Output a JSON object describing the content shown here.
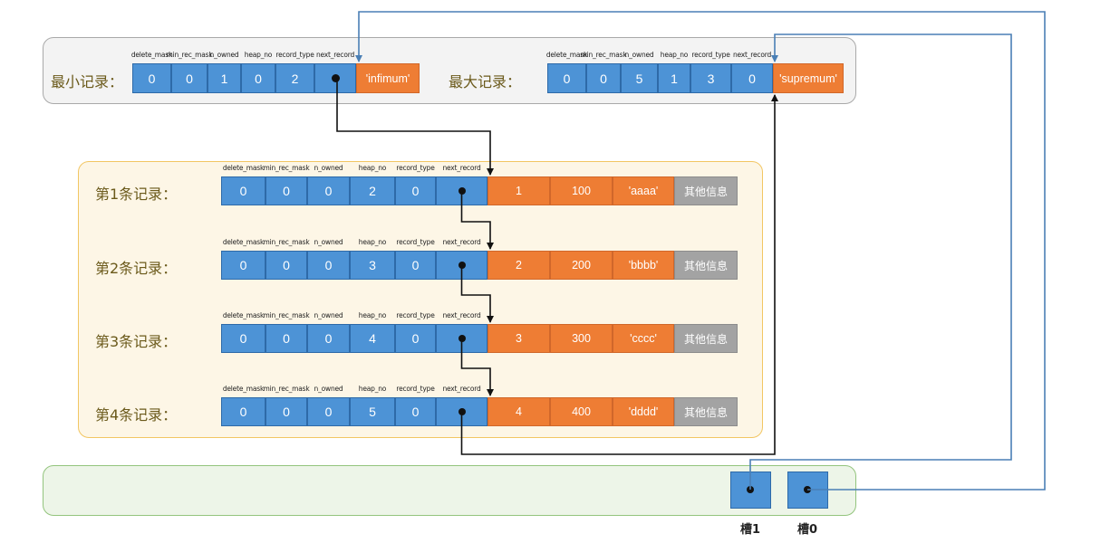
{
  "headers": [
    "delete_mask",
    "min_rec_mask",
    "n_owned",
    "heap_no",
    "record_type",
    "next_record"
  ],
  "infimum": {
    "label": "最小记录：",
    "fields": [
      "0",
      "0",
      "1",
      "0",
      "2",
      ""
    ],
    "data": [
      "'infimum'"
    ]
  },
  "supremum": {
    "label": "最大记录：",
    "fields": [
      "0",
      "0",
      "5",
      "1",
      "3",
      "0"
    ],
    "data": [
      "'supremum'"
    ]
  },
  "records": [
    {
      "label": "第1条记录：",
      "fields": [
        "0",
        "0",
        "0",
        "2",
        "0",
        ""
      ],
      "data": [
        "1",
        "100",
        "'aaaa'"
      ],
      "other": "其他信息"
    },
    {
      "label": "第2条记录：",
      "fields": [
        "0",
        "0",
        "0",
        "3",
        "0",
        ""
      ],
      "data": [
        "2",
        "200",
        "'bbbb'"
      ],
      "other": "其他信息"
    },
    {
      "label": "第3条记录：",
      "fields": [
        "0",
        "0",
        "0",
        "4",
        "0",
        ""
      ],
      "data": [
        "3",
        "300",
        "'cccc'"
      ],
      "other": "其他信息"
    },
    {
      "label": "第4条记录：",
      "fields": [
        "0",
        "0",
        "0",
        "5",
        "0",
        ""
      ],
      "data": [
        "4",
        "400",
        "'dddd'"
      ],
      "other": "其他信息"
    }
  ],
  "slots": [
    {
      "label": "槽1"
    },
    {
      "label": "槽0"
    }
  ],
  "colors": {
    "field_blue": "#4d93d6",
    "data_orange": "#ee7d34",
    "other_grey": "#a3a3a3",
    "arrow_black": "#111111",
    "arrow_blue": "#4a7fb5"
  }
}
